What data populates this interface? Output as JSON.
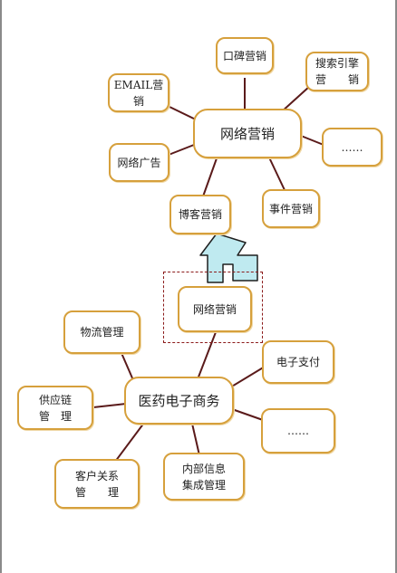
{
  "top_hub": {
    "label": "网络营销"
  },
  "top_children": [
    {
      "id": "word-of-mouth",
      "label": "口碑营销"
    },
    {
      "id": "search-engine",
      "label": "搜索引擎\n营　　销"
    },
    {
      "id": "more-top",
      "label": "……"
    },
    {
      "id": "event",
      "label": "事件营销"
    },
    {
      "id": "blog",
      "label": "博客营销"
    },
    {
      "id": "web-ad",
      "label": "网络广告"
    },
    {
      "id": "email",
      "label": "EMAIL营销"
    }
  ],
  "bottom_hub": {
    "label": "医药电子商务"
  },
  "bottom_children": [
    {
      "id": "network-marketing",
      "label": "网络营销"
    },
    {
      "id": "e-payment",
      "label": "电子支付"
    },
    {
      "id": "more-bottom",
      "label": "……"
    },
    {
      "id": "internal-info",
      "label": "内部信息\n集成管理"
    },
    {
      "id": "crm",
      "label": "客户关系\n管　　理"
    },
    {
      "id": "supply-chain",
      "label": "供应链\n管　理"
    },
    {
      "id": "logistics",
      "label": "物流管理"
    }
  ],
  "colors": {
    "node_border": "#d6a03c",
    "connector": "#5a1a1a",
    "arrow_fill": "#bfeaf0",
    "dashed_frame": "#8b1a1a"
  }
}
